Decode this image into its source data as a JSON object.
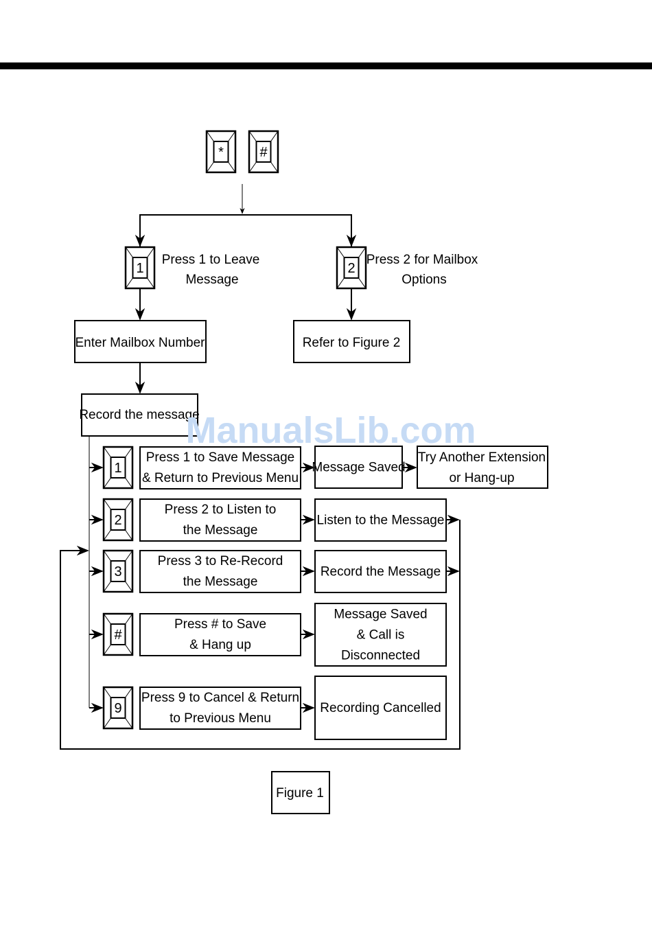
{
  "figure_caption": "Figure 1",
  "watermark": "ManualsLib.com",
  "colors": {
    "line": "#000000",
    "watermark": "#c6dbf5",
    "background": "#ffffff"
  },
  "top_keys": [
    "*",
    "#"
  ],
  "branches": [
    {
      "key": "1",
      "label_lines": [
        "Press 1 to Leave",
        "Message"
      ],
      "next": "Enter Mailbox Number"
    },
    {
      "key": "2",
      "label_lines": [
        "Press 2 for Mailbox",
        "Options"
      ],
      "next": "Refer to Figure 2"
    }
  ],
  "record_box": "Record the message",
  "options": [
    {
      "key": "1",
      "action_lines": [
        "Press 1 to Save Message",
        "& Return to Previous Menu"
      ],
      "result_lines": [
        "Message Saved"
      ],
      "extra_lines": [
        "Try Another Extension",
        "or Hang-up"
      ]
    },
    {
      "key": "2",
      "action_lines": [
        "Press 2 to Listen to",
        "the Message"
      ],
      "result_lines": [
        "Listen to the Message"
      ]
    },
    {
      "key": "3",
      "action_lines": [
        "Press 3 to Re-Record",
        "the Message"
      ],
      "result_lines": [
        "Record the Message"
      ]
    },
    {
      "key": "#",
      "action_lines": [
        "Press # to Save",
        "& Hang up"
      ],
      "result_lines": [
        "Message Saved",
        "& Call is",
        "Disconnected"
      ]
    },
    {
      "key": "9",
      "action_lines": [
        "Press 9 to Cancel & Return",
        "to Previous Menu"
      ],
      "result_lines": [
        "Recording Cancelled"
      ]
    }
  ]
}
